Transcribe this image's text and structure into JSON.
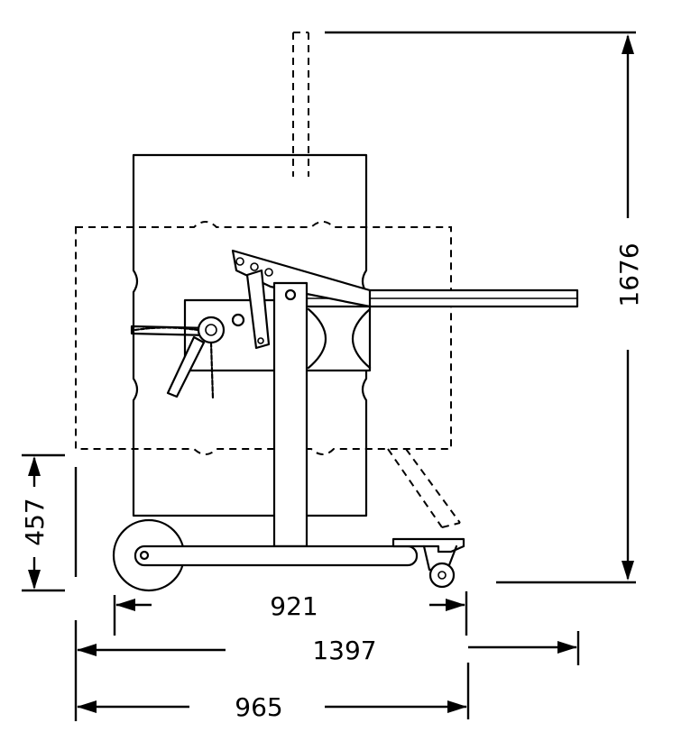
{
  "drawing": {
    "dimensions": {
      "total_height": "1676",
      "lift_height": "457",
      "wheel_spacing": "921",
      "overall_length": "1397",
      "base_length": "965"
    }
  }
}
